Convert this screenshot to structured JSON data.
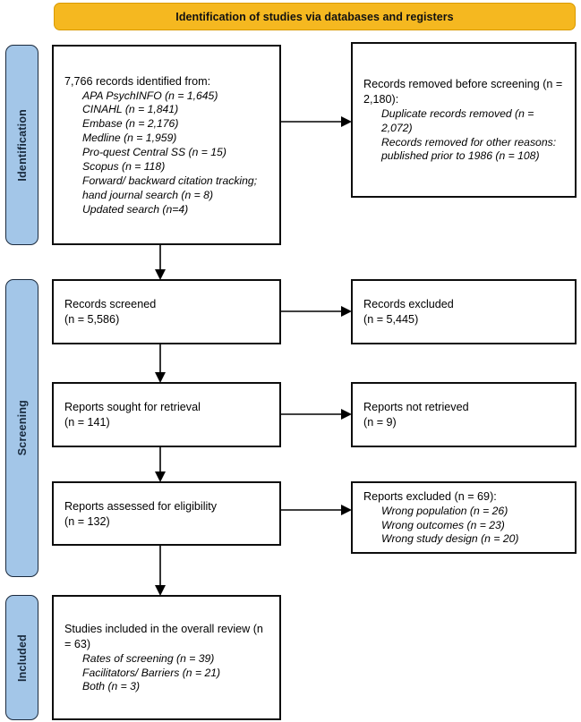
{
  "banner": {
    "title": "Identification of studies via databases and registers",
    "fill_color": "#F5B820"
  },
  "stages": {
    "identification": "Identification",
    "screening": "Screening",
    "included": "Included",
    "fill_color": "#A3C6E8"
  },
  "boxes": {
    "identified": {
      "title": "7,766 records identified from:",
      "items": [
        "APA PsychINFO (n = 1,645)",
        "CINAHL (n = 1,841)",
        "Embase (n = 2,176)",
        "Medline (n = 1,959)",
        "Pro-quest Central SS (n = 15)",
        "Scopus (n = 118)",
        "Forward/ backward citation tracking; hand journal search (n = 8)",
        "Updated search (n=4)"
      ]
    },
    "removed_before_screening": {
      "title": "Records removed before screening (n = 2,180):",
      "items": [
        "Duplicate records removed (n = 2,072)",
        "Records removed for other reasons: published prior to 1986 (n = 108)"
      ]
    },
    "records_screened": {
      "title": "Records screened",
      "count": "(n = 5,586)"
    },
    "records_excluded": {
      "title": "Records excluded",
      "count": "(n = 5,445)"
    },
    "reports_sought": {
      "title": "Reports sought for retrieval",
      "count": "(n = 141)"
    },
    "reports_not_retrieved": {
      "title": "Reports not retrieved",
      "count": "(n = 9)"
    },
    "reports_assessed": {
      "title": "Reports assessed for eligibility",
      "count": "(n = 132)"
    },
    "reports_excluded": {
      "title": "Reports excluded (n = 69):",
      "items": [
        "Wrong population (n = 26)",
        "Wrong outcomes (n = 23)",
        "Wrong study design (n = 20)"
      ]
    },
    "studies_included": {
      "title": "Studies included in the overall review (n = 63)",
      "items": [
        "Rates of screening (n = 39)",
        "Facilitators/ Barriers (n = 21)",
        "Both (n = 3)"
      ]
    }
  }
}
